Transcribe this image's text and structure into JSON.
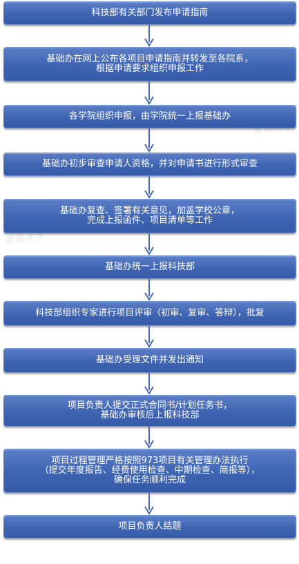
{
  "steps": [
    {
      "lines": [
        "科技部有关部门发布申请指南"
      ]
    },
    {
      "lines": [
        "基础办在网上公布各项目申请指南并转发至各院系，",
        "根据申请要求组织申报工作"
      ]
    },
    {
      "lines": [
        "各学院组织申报，由学院统一上报基础办"
      ]
    },
    {
      "lines": [
        "基础办初步审查申请人资格，并对申请书进行形式审查"
      ]
    },
    {
      "lines": [
        "基础办复查、签署有关意见，加盖学校公章，",
        "完成上报函件、项目清单等工作"
      ]
    },
    {
      "lines": [
        "基础办统一上报科技部"
      ]
    },
    {
      "lines": [
        "科技部组织专家进行项目评审（初审、复审、答辩），批复"
      ]
    },
    {
      "lines": [
        "基础办受理文件并发出通知"
      ]
    },
    {
      "lines": [
        "项目负责人提交正式合同书/计划任务书，",
        "基础办审核后上报科技部"
      ]
    },
    {
      "lines": [
        "项目过程管理严格按照973项目有关管理办法执行",
        "（提交年度报告、经费使用检查、中期检查、简报等），",
        "确保任务顺利完成"
      ]
    },
    {
      "lines": [
        "项目负责人结题"
      ]
    }
  ],
  "watermark": {
    "text": "湖南大学"
  },
  "colors": {
    "box_fill": "#3f64b2",
    "box_text": "#ffffff",
    "arrow": "#4a6bb5"
  }
}
